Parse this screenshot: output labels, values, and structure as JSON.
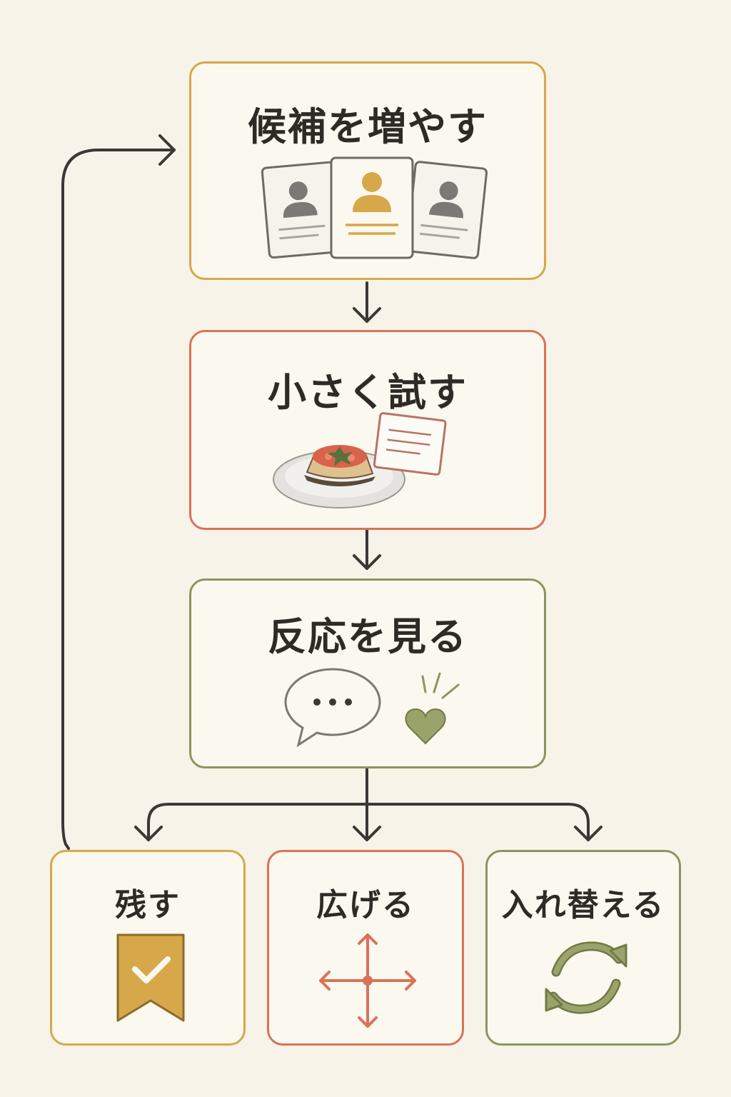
{
  "colors": {
    "background": "#f8f3e8",
    "ochre": "#d6a84a",
    "terracotta": "#d8735a",
    "olive": "#8c9560",
    "ink": "#3a3835"
  },
  "steps": [
    {
      "title": "候補を増やす",
      "icon": "candidate-cards-icon",
      "color": "#d6a84a"
    },
    {
      "title": "小さく試す",
      "icon": "dish-sample-icon",
      "color": "#d8735a"
    },
    {
      "title": "反応を見る",
      "icon": "speech-bubble-heart-icon",
      "color": "#8c9560"
    }
  ],
  "outcomes": [
    {
      "title": "残す",
      "icon": "bookmark-check-icon",
      "color": "#d6a84a"
    },
    {
      "title": "広げる",
      "icon": "expand-arrows-icon",
      "color": "#d8735a"
    },
    {
      "title": "入れ替える",
      "icon": "cycle-arrows-icon",
      "color": "#8c9560"
    }
  ]
}
